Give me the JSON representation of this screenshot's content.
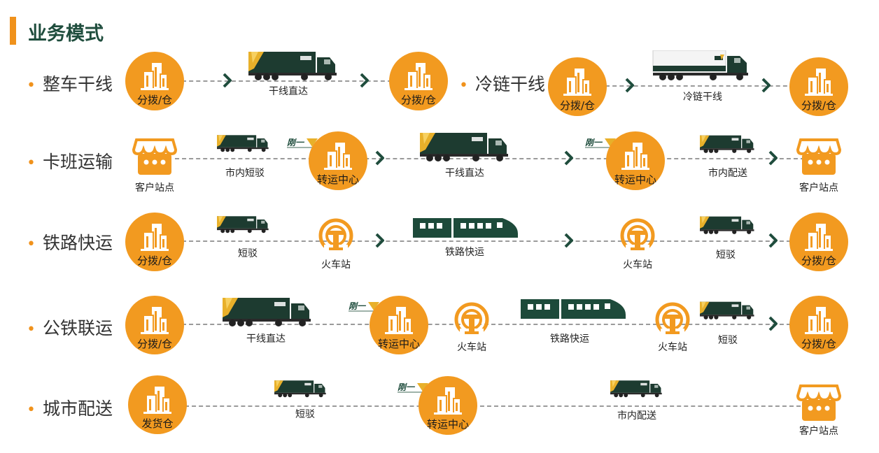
{
  "title": "业务模式",
  "colors": {
    "accent": "#f0921c",
    "dark_green": "#1f4d3d",
    "truck": "#1d3b30"
  },
  "rows": {
    "r1": {
      "label": "整车干线",
      "n1": "分拨/仓",
      "cap1": "干线直达",
      "n2": "分拨/仓"
    },
    "r1b": {
      "label": "冷链干线",
      "n1": "分拨/仓",
      "cap1": "冷链干线",
      "n2": "分拨/仓"
    },
    "r2": {
      "label": "卡班运输",
      "shop1": "客户站点",
      "cap1": "市内短驳",
      "n1": "转运中心",
      "cap2": "干线直达",
      "n2": "转运中心",
      "cap3": "市内配送",
      "shop2": "客户站点"
    },
    "r3": {
      "label": "铁路快运",
      "n1": "分拨/仓",
      "cap1": "短驳",
      "st1": "火车站",
      "cap2": "铁路快运",
      "st2": "火车站",
      "cap3": "短驳",
      "n2": "分拨/仓"
    },
    "r4": {
      "label": "公铁联运",
      "n1": "分拨/仓",
      "cap1": "干线直达",
      "n2": "转运中心",
      "st1": "火车站",
      "cap2": "铁路快运",
      "st2": "火车站",
      "cap3": "短驳",
      "n3": "分拨/仓"
    },
    "r5": {
      "label": "城市配送",
      "n1": "发货仓",
      "cap1": "短驳",
      "n2": "转运中心",
      "cap2": "市内配送",
      "shop1": "客户站点"
    }
  },
  "logo_text": "刚一"
}
